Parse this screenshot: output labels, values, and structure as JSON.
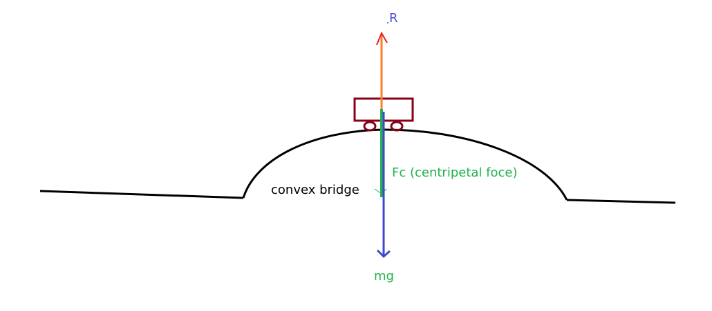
{
  "labels": {
    "reaction": "R",
    "centripetal": "Fc (centripetal foce)",
    "bridge": "convex bridge",
    "weight": "mg"
  },
  "colors": {
    "reaction_label": "#4b4bd0",
    "reaction_arrow_head": "#ee1c24",
    "reaction_arrow_shaft": "#ff7f27",
    "centripetal": "#22b14c",
    "weight_arrow": "#3f48cc",
    "weight_label": "#22b14c",
    "cart": "#880015",
    "bridge": "#000000"
  }
}
